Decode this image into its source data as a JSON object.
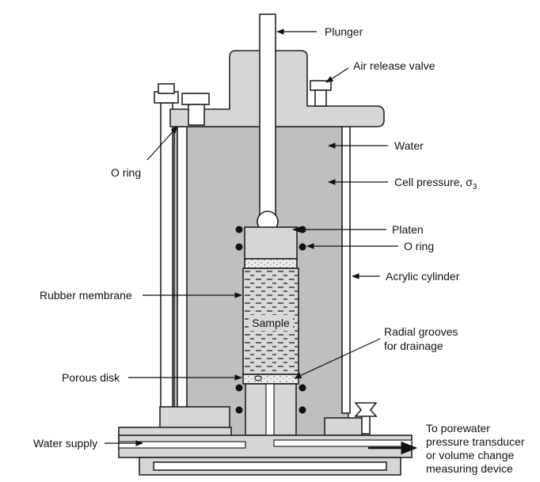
{
  "labels": {
    "plunger": "Plunger",
    "air_release_valve": "Air release valve",
    "water": "Water",
    "cell_pressure": "Cell pressure, σ",
    "cell_pressure_subscript": "3",
    "o_ring_left": "O ring",
    "platen": "Platen",
    "o_ring_right": "O ring",
    "acrylic_cylinder": "Acrylic cylinder",
    "rubber_membrane": "Rubber membrane",
    "sample": "Sample",
    "radial_grooves_line1": "Radial grooves",
    "radial_grooves_line2": "for drainage",
    "porous_disk": "Porous disk",
    "water_supply": "Water supply",
    "to_porewater_line1": "To porewater",
    "to_porewater_line2": "pressure transducer",
    "to_porewater_line3": "or volume change",
    "to_porewater_line4": "measuring device"
  },
  "colors": {
    "cell_gray": "#bfbfbf",
    "metal_gray": "#d6d6d6",
    "line": "#222222",
    "white": "#ffffff"
  }
}
